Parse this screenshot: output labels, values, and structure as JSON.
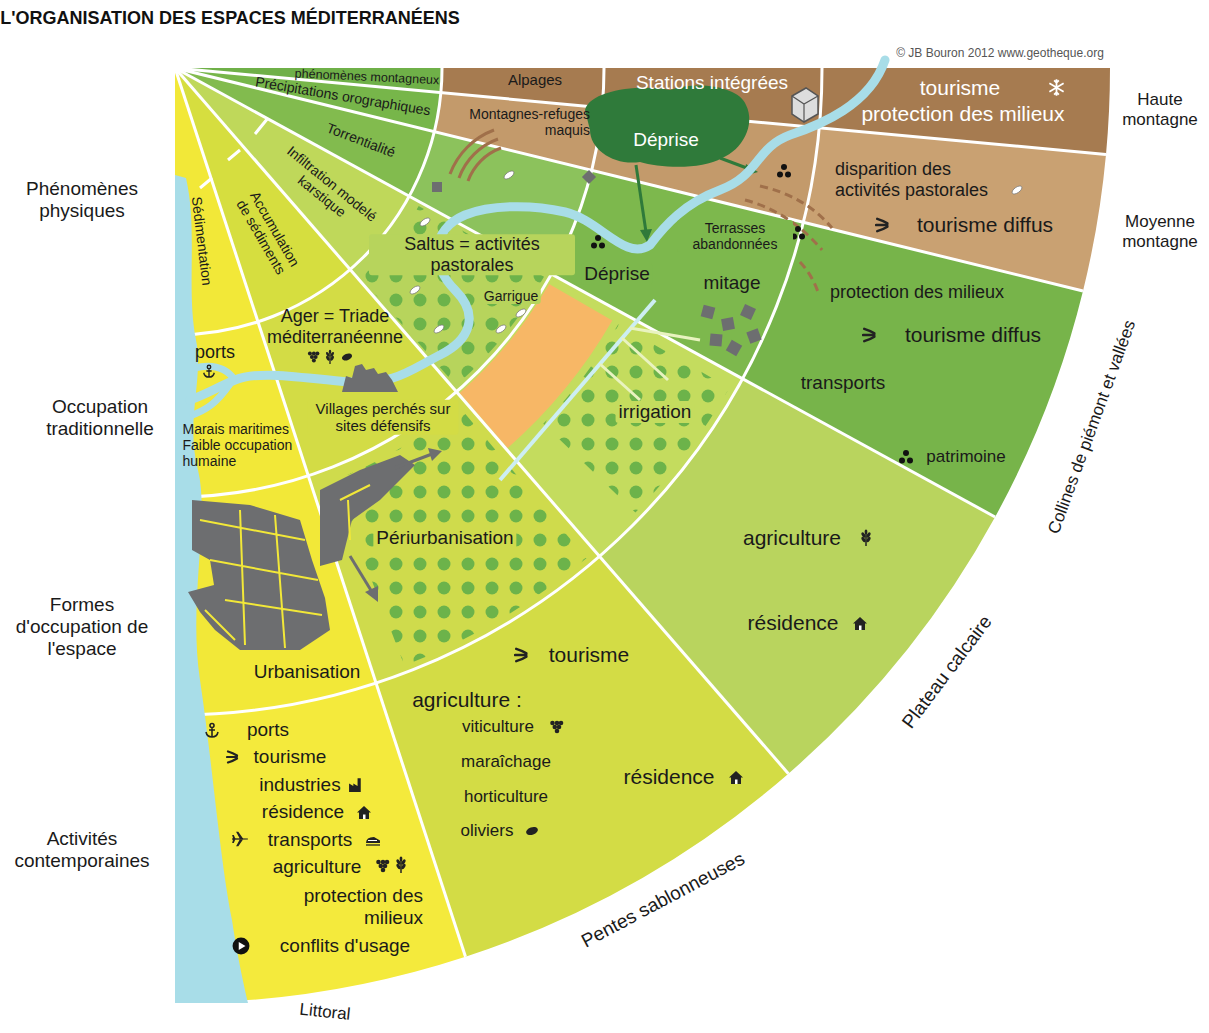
{
  "diagram": {
    "title": "L'ORGANISATION DES ESPACES MÉDITERRANÉENS",
    "nodes": [
      {
        "text": [
          "Sédimentation"
        ]
      },
      {
        "text": [
          "Accumulation de sédiments"
        ]
      },
      {
        "text": [
          "Infiltration modelé karstique"
        ]
      },
      {
        "text": [
          "Torrentialité"
        ]
      },
      {
        "text": [
          "Précipitations orographiques"
        ]
      },
      {
        "text": [
          "phénomènes montagneux"
        ]
      },
      {
        "text": [
          "ports",
          "Marais maritimes Faible occupation humaine"
        ]
      },
      {
        "text": [
          "Ager = Triade méditerranéenne",
          "Villages perchés sur sites défensifs"
        ]
      },
      {
        "text": [
          "Saltus = activités pastorales",
          "Garrigue"
        ]
      },
      {
        "text": [
          "Montagnes-refuges maquis"
        ]
      },
      {
        "text": [
          "Alpages"
        ]
      },
      {
        "text": [
          "Urbanisation"
        ]
      },
      {
        "text": [
          "Périurbanisation"
        ]
      },
      {
        "text": [
          "irrigation"
        ]
      },
      {
        "text": [
          "Déprise",
          "Terrasses abandonnées",
          "mitage"
        ]
      },
      {
        "text": [
          "Déprise"
        ]
      },
      {
        "text": [
          "Stations intégrées"
        ]
      },
      {
        "text": [
          "ports",
          "tourisme",
          "industries",
          "résidence",
          "transports",
          "agriculture",
          "protection des milieux",
          "conflits d'usage"
        ]
      },
      {
        "text": [
          "tourisme",
          "agriculture :",
          "viticulture",
          "maraîchage",
          "horticulture",
          "oliviers",
          "résidence"
        ]
      },
      {
        "text": [
          "agriculture",
          "résidence"
        ]
      },
      {
        "text": [
          "protection des milieux",
          "tourisme diffus",
          "transports",
          "patrimoine"
        ]
      },
      {
        "text": [
          "disparition des activités pastorales",
          "tourisme diffus"
        ]
      },
      {
        "text": [
          "tourisme",
          "protection des milieux"
        ]
      }
    ],
    "labels": [
      "© JB Bouron 2012 www.geotheque.org",
      "Phénomènes physiques",
      "Occupation traditionnelle",
      "Formes d'occupation de l'espace",
      "Activités contemporaines",
      "Haute montagne",
      "Moyenne montagne",
      "Collines de piémont et vallées",
      "Plateau calcaire",
      "Pentes sablonneuses",
      "Littoral"
    ]
  }
}
